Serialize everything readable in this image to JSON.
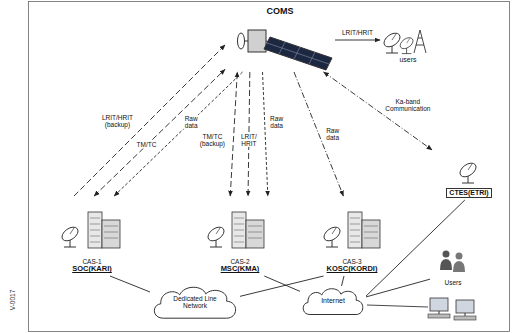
{
  "diagram": {
    "nodes": [
      {
        "text": [
          "COMS"
        ]
      },
      {
        "text": [
          "users"
        ]
      },
      {
        "text": [
          "CTES(ETRI)"
        ]
      },
      {
        "text": [
          "CAS-1",
          "SOC(KARI)"
        ]
      },
      {
        "text": [
          "CAS-2",
          "MSC(KMA)"
        ]
      },
      {
        "text": [
          "CAS-3",
          "KOSC(KORDI)"
        ]
      },
      {
        "text": [
          "Dedicated Line Network"
        ]
      },
      {
        "text": [
          "Internet"
        ]
      },
      {
        "text": [
          "Users"
        ]
      }
    ],
    "edges": [
      {
        "from": 0,
        "to": 1,
        "arrow": "to",
        "label": "LRIT/HRIT"
      },
      {
        "from": 0,
        "to": 2,
        "arrow": "both",
        "label": "Ka-band Communication"
      },
      {
        "from": 3,
        "to": 0,
        "arrow": "to",
        "label": "LRIT/HRIT (backup)"
      },
      {
        "from": 3,
        "to": 0,
        "arrow": "both",
        "label": "TM/TC"
      },
      {
        "from": 0,
        "to": 3,
        "arrow": "to",
        "label": "Raw data"
      },
      {
        "from": 0,
        "to": 4,
        "arrow": "to",
        "label": "Raw data"
      },
      {
        "from": 0,
        "to": 4,
        "arrow": "to",
        "label": "LRIT/ HRIT"
      },
      {
        "from": 4,
        "to": 0,
        "arrow": "both",
        "label": "TM/TC (backup)"
      },
      {
        "from": 0,
        "to": 5,
        "arrow": "to",
        "label": "Raw data"
      },
      {
        "from": 3,
        "to": 6,
        "arrow": "none"
      },
      {
        "from": 6,
        "to": 5,
        "arrow": "none"
      },
      {
        "from": 4,
        "to": 7,
        "arrow": "none"
      },
      {
        "from": 5,
        "to": 7,
        "arrow": "none"
      },
      {
        "from": 2,
        "to": 7,
        "arrow": "none"
      },
      {
        "from": 7,
        "to": 8,
        "arrow": "none"
      }
    ],
    "labels": [
      "V-0017"
    ]
  }
}
